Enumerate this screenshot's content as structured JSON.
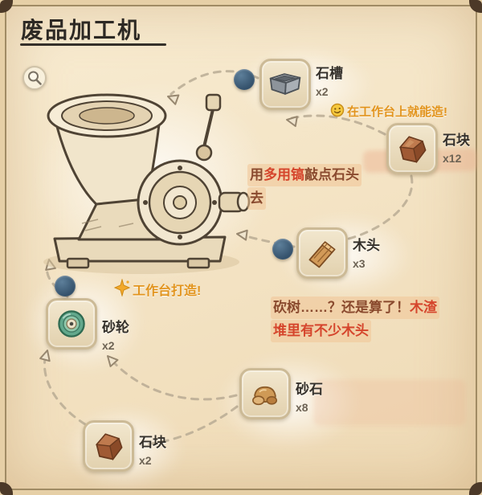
{
  "title": "废品加工机",
  "nodes": {
    "trough": {
      "label": "石槽",
      "count": "x2"
    },
    "stone12": {
      "label": "石块",
      "count": "x12"
    },
    "wood": {
      "label": "木头",
      "count": "x3"
    },
    "wheel": {
      "label": "砂轮",
      "count": "x2"
    },
    "sandstone": {
      "label": "砂石",
      "count": "x8"
    },
    "stone2": {
      "label": "石块",
      "count": "x2"
    }
  },
  "notes": {
    "craftable": "在工作台上就能造!",
    "pick_prefix": "用",
    "pick_tool": "多用镐",
    "pick_rest": "敲点石头",
    "pick_line2": "去",
    "chop_prefix": "砍树……？还是算了！",
    "chop_red1": "木渣",
    "chop_red2": "堆里有不少木头",
    "workbench": "工作台打造!"
  },
  "icons": {
    "magnifier": "magnifier-lens",
    "smiley": "smiley-face",
    "sparkle": "sparkle-burst",
    "trough": "stone-trough",
    "stone": "brown-rock",
    "wood": "wood-plank",
    "wheel": "green-grindstone",
    "sandstone": "gravel-pile"
  },
  "colors": {
    "panel_bg": "#f3e2c2",
    "accent_orange": "#e2941d",
    "accent_red": "#d5452c",
    "note_dark_red": "#8a4a2e",
    "dot_blue": "#3d5a75",
    "connector": "#b9ab94",
    "title": "#2d2924"
  }
}
